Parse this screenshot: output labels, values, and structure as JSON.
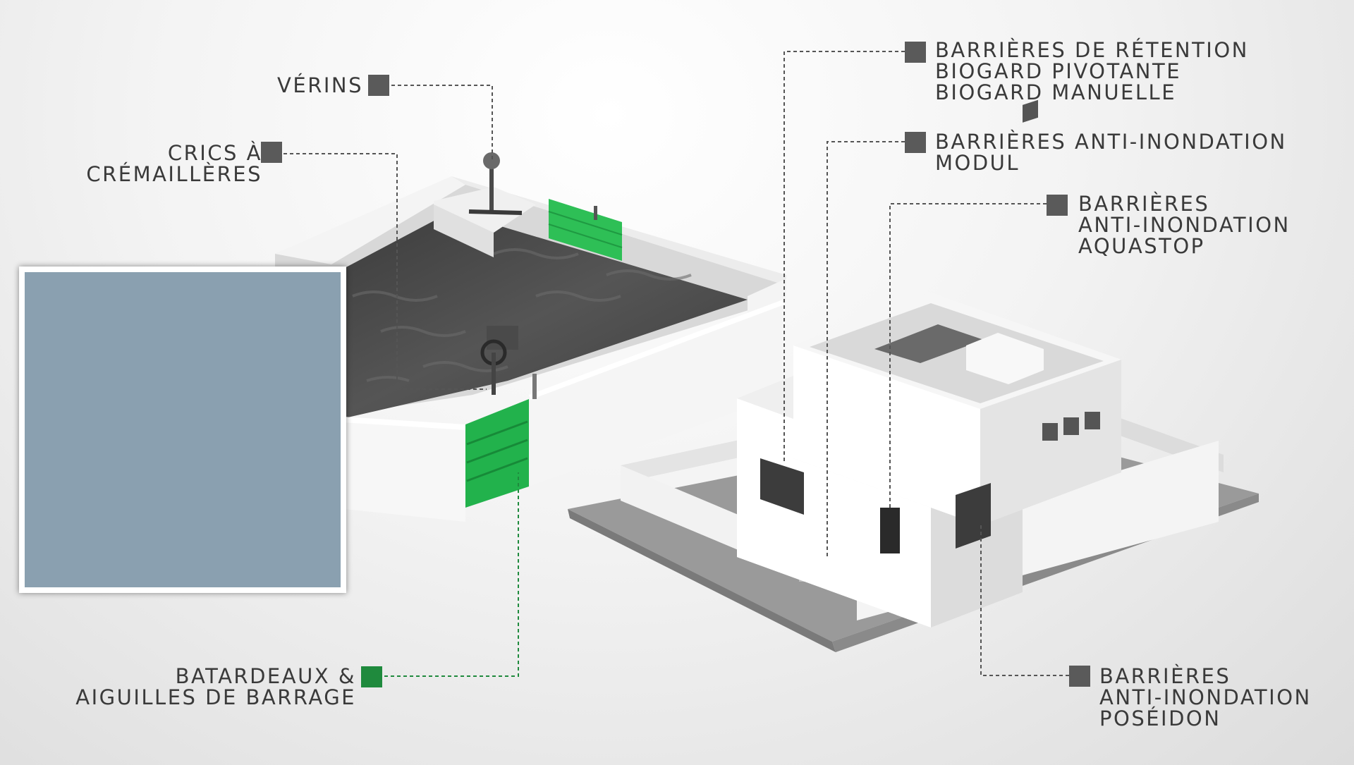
{
  "labels": {
    "verins": "VÉRINS",
    "crics": [
      "CRICS À",
      "CRÉMAILLÈRES"
    ],
    "retention": [
      "BARRIÈRES DE RÉTENTION",
      "BIOGARD PIVOTANTE",
      "BIOGARD MANUELLE"
    ],
    "modul": [
      "BARRIÈRES ANTI-INONDATION",
      "MODUL"
    ],
    "aquastop": [
      "BARRIÈRES",
      "ANTI-INONDATION",
      "AQUASTOP"
    ],
    "batardeaux": [
      "BATARDEAUX &",
      "AIGUILLES DE BARRAGE"
    ],
    "poseidon": [
      "BARRIÈRES",
      "ANTI-INONDATION",
      "POSÉIDON"
    ]
  },
  "colors": {
    "text": "#3a3a3a",
    "marker": "#5a5a5a",
    "marker_highlight": "#1f8a3d",
    "barrier": "#22b24c",
    "water": "#4a4a4a"
  }
}
